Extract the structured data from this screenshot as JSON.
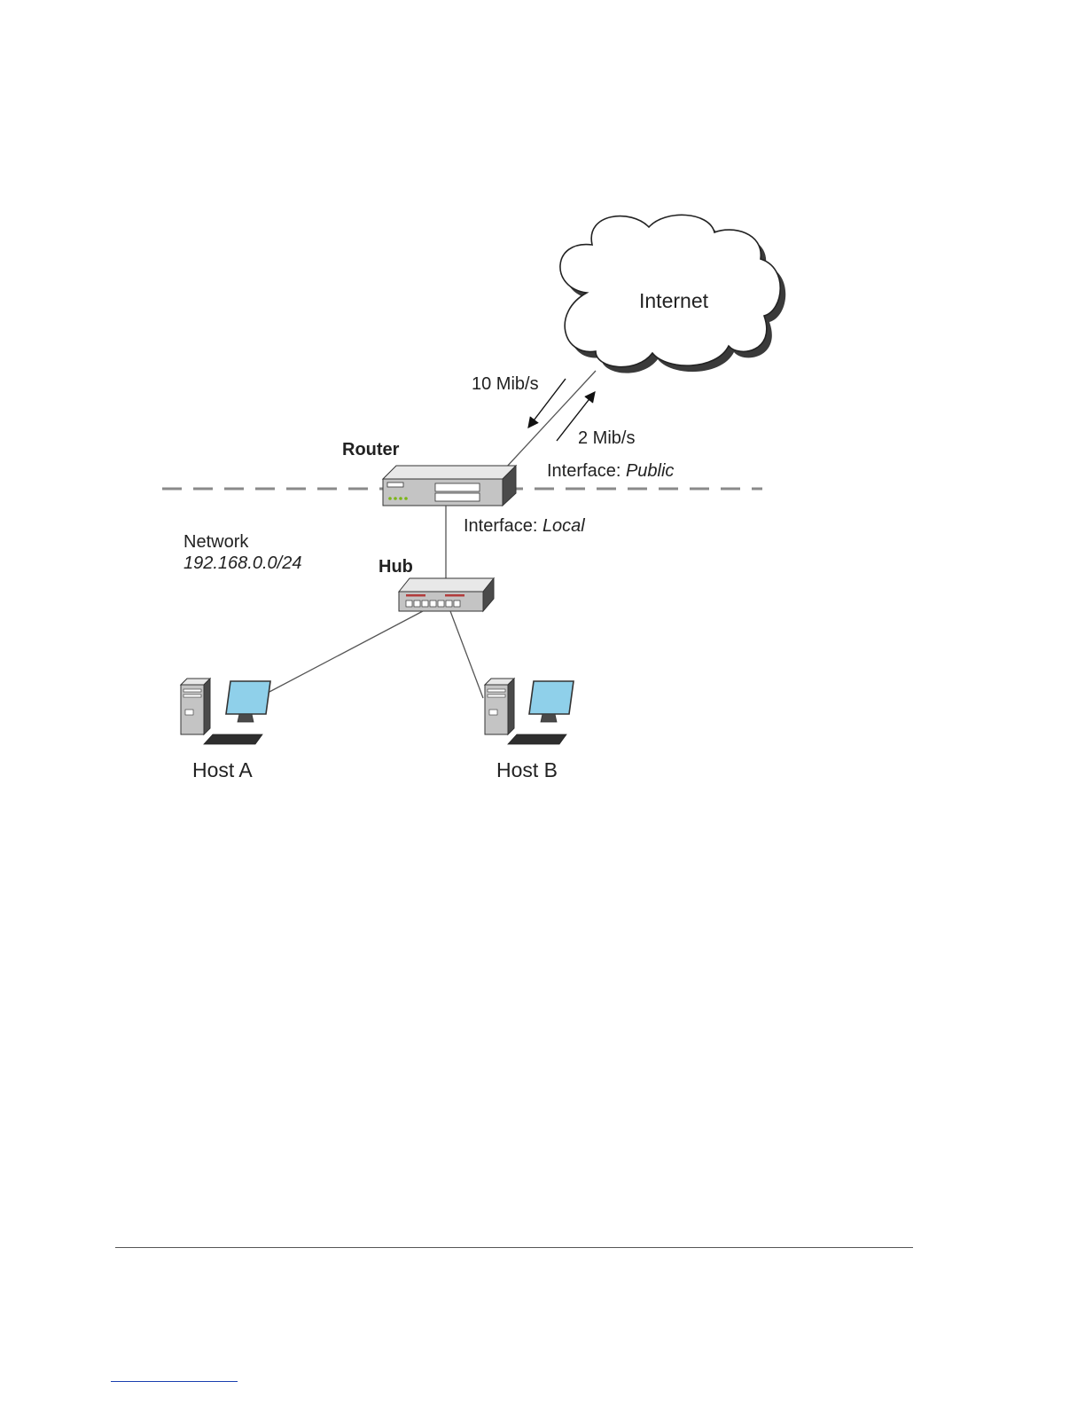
{
  "diagram": {
    "internet_label": "Internet",
    "downlink_speed": "10 Mib/s",
    "uplink_speed": "2 Mib/s",
    "router_label": "Router",
    "public_interface_prefix": "Interface: ",
    "public_interface_name": "Public",
    "local_interface_prefix": "Interface: ",
    "local_interface_name": "Local",
    "network_label": "Network",
    "network_address": "192.168.0.0/24",
    "hub_label": "Hub",
    "host_a_label": "Host A",
    "host_b_label": "Host B"
  },
  "colors": {
    "line": "#555555",
    "dashed_boundary": "#8a8a8a",
    "device_body": "#c4c4c4",
    "device_dark": "#4a4a4a",
    "monitor_screen": "#8fd0ea",
    "led_green": "#7cb518",
    "hub_red": "#b23b3b",
    "footnote_rule": "#1a3fb0"
  }
}
